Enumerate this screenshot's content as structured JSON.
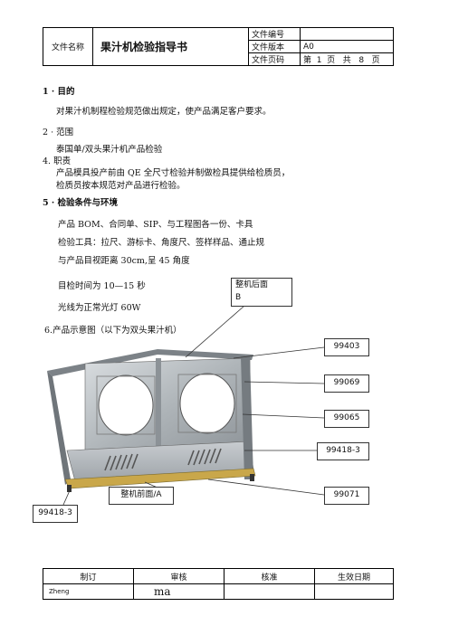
{
  "header": {
    "name_label": "文件名称",
    "doc_title": "果汁机检验指导书",
    "doc_no_label": "文件编号",
    "doc_no_value": "",
    "version_label": "文件版本",
    "version_value": "A0",
    "page_label": "文件页码",
    "page_value": "第  1  页   共   8   页"
  },
  "sections": {
    "s1_title": "1 · 目的",
    "s1_text": "对果汁机制程检验规范做出规定，使产品满足客户要求。",
    "s2_title": "2 · 范围",
    "s2_text": "泰国单/双头果汁机产品检验",
    "s4_title": "4. 职责",
    "s4_line1": "产品模具投产前由 QE 全尺寸检验并制做检具提供给检质员，",
    "s4_line2": "检质员按本规范对产品进行检验。",
    "s5_title": "5 · 检验条件与环境",
    "s5_line1": "产品 BOM、合同单、SIP、与工程图各一份、卡具",
    "s5_line2": "检验工具：拉尺、游标卡、角度尺、签样样品、通止规",
    "s5_line3": "与产品目视距离 30cm,呈 45 角度",
    "s5_line4": "目检时间为 10—15 秒",
    "s5_line5": "光线为正常光灯 60W",
    "s6_title": "6.产品示意图（以下为双头果汁机）"
  },
  "callouts": {
    "rear": "整机后面\nB",
    "front": "整机前面/A",
    "c1": "99403",
    "c2": "99069",
    "c3": "99065",
    "c4": "99418-3",
    "c5": "99071",
    "c6": "99418-3"
  },
  "footer": {
    "col1": "制订",
    "col2": "审核",
    "col3": "核准",
    "col4": "生效日期",
    "v1": "Zheng",
    "v2": "ma",
    "v3": "",
    "v4": ""
  }
}
